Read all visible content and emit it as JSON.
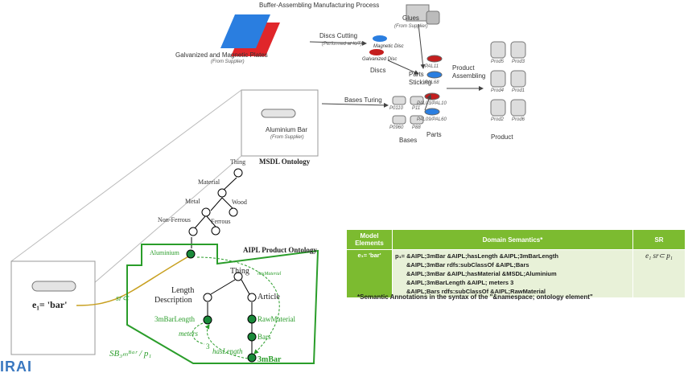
{
  "top_title": "Buffer-Assembling Manufacturing Process",
  "process": {
    "plates_label": "Galvanized and Magnetic Plates",
    "plates_sub": "(From Supplier)",
    "discs_cutting": "Discs Cutting",
    "discs_cutting_sub": "(Performed at IUT)",
    "magnetic_disc": "Magnetic Disc",
    "galvanized_disc": "Galvanized Disc",
    "discs": "Discs",
    "glues": "Glues",
    "glues_sub": "(From Supplier)",
    "parts_sticking": "Parts Sticking",
    "product_assembling": "Product Assembling",
    "bases_turing": "Bases Turing",
    "bases": "Bases",
    "parts": "Parts",
    "product": "Product",
    "aluminium_bar": "Aluminium Bar",
    "aluminium_bar_sub": "(From Supplier)",
    "parts_items": [
      "PAL11",
      "PAL68",
      "PAL03/PAL10",
      "PAL09/PAL60"
    ],
    "base_items": [
      "P0110",
      "P11",
      "P0960",
      "P88"
    ],
    "prod_items": [
      "Prod5",
      "Prod3",
      "Prod4",
      "Prod1",
      "Prod2",
      "Prod6"
    ]
  },
  "msdl": {
    "title": "MSDL Ontology",
    "thing": "Thing",
    "material": "Material",
    "metal": "Metal",
    "wood": "Wood",
    "non_ferrous": "Non-Ferrous",
    "ferrous": "Ferrous"
  },
  "aipl": {
    "title": "AIPL Product Ontology",
    "aluminium": "Aluminium",
    "has_material": "hasMaterial",
    "thing": "Thing",
    "length_desc_1": "Length",
    "length_desc_2": "Description",
    "article": "Article",
    "bar_length": "3mBarLength",
    "raw_material": "RawMaterial",
    "meters": "meters",
    "three": "3",
    "has_length": "hasLength",
    "bars": "Bars",
    "bar": "3mBar"
  },
  "left": {
    "e1_label": "e₁= 'bar'",
    "sr_label": "sr⊂",
    "sb_label": "SB₃ₘᴮᵃʳ / p₁"
  },
  "table": {
    "headers": [
      "Model Elements",
      "Domain Semantics*",
      "SR"
    ],
    "element": "e₁= 'bar'",
    "semantics": [
      "p₁= &AIPL;3mBar  &AIPL;hasLength   &AIPL;3mBarLength",
      "&AIPL;3mBar  rdfs:subClassOf   &AIPL;Bars",
      "&AIPL;3mBar  &AIPL;hasMaterial  &MSDL;Aluminium",
      "&AIPL;3mBarLength  &AIPL; meters   3",
      "&AIPL;Bars   rdfs:subClassOf   &AIPL;RawMaterial"
    ],
    "sr": "e₁ sr⊂ p₁",
    "footnote": "*Semantic Annotations in the syntax of the \"&namespace; ontology element\""
  },
  "colors": {
    "green": "#2a9d2a",
    "table_header": "#7cbb30",
    "table_cell": "#e8f1d8",
    "red_plate": "#e0262a",
    "blue_plate": "#2a7ee0",
    "sr_line": "#c8a020"
  },
  "logo_text": "IRAI"
}
